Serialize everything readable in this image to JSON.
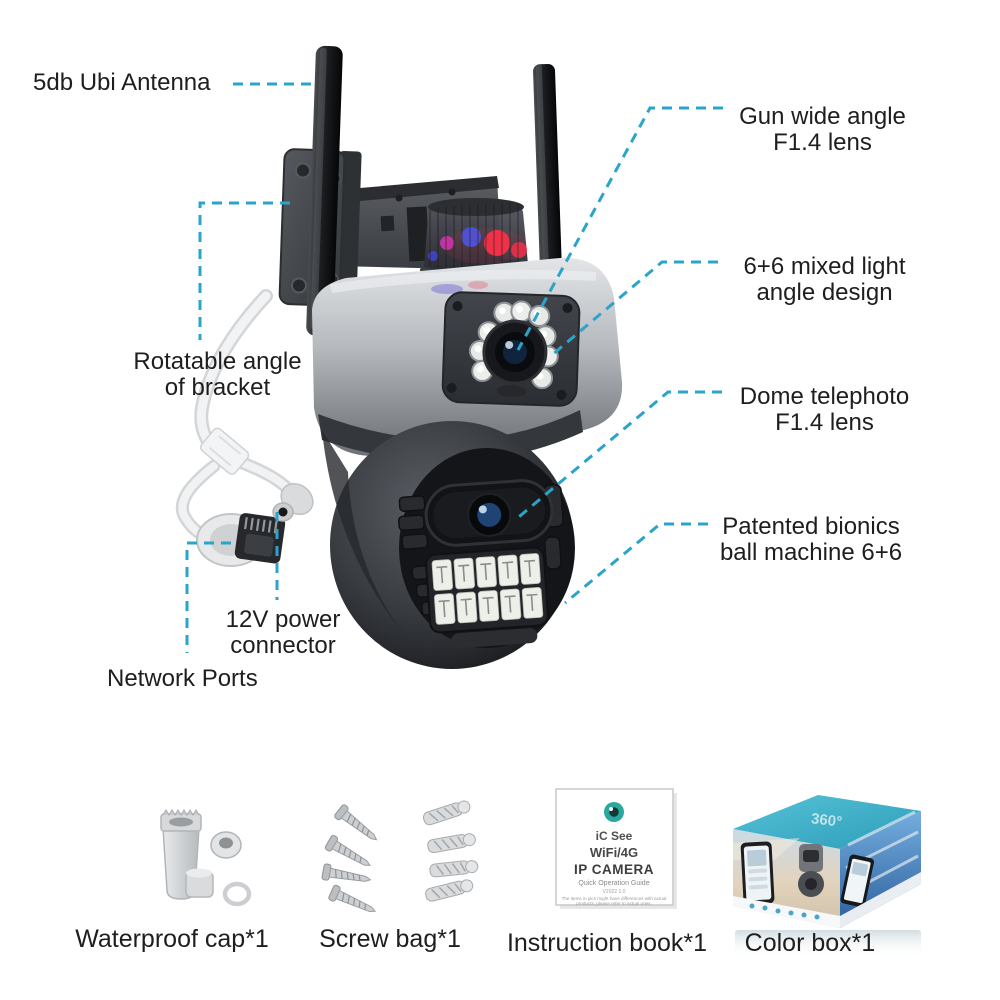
{
  "accent_color": "#2aa4c9",
  "callouts": {
    "antenna": {
      "text": "5db Ubi Antenna"
    },
    "gun_lens": {
      "line1": "Gun wide angle",
      "line2": "F1.4 lens"
    },
    "mixed_light": {
      "line1": "6+6 mixed light",
      "line2": "angle design"
    },
    "bracket": {
      "line1": "Rotatable angle",
      "line2": "of bracket"
    },
    "dome_lens": {
      "line1": "Dome telephoto",
      "line2": "F1.4 lens"
    },
    "bionics": {
      "line1": "Patented bionics",
      "line2": "ball machine 6+6"
    },
    "power": {
      "line1": "12V power",
      "line2": "connector"
    },
    "network": {
      "text": "Network Ports"
    }
  },
  "accessories": [
    {
      "label": "Waterproof cap*1"
    },
    {
      "label": "Screw bag*1"
    },
    {
      "label": "Instruction book*1"
    },
    {
      "label": "Color box*1"
    }
  ],
  "instruction_book": {
    "brand": "iC See",
    "line2": "WiFi/4G",
    "line3": "IP CAMERA",
    "subtitle": "Quick Operation Guide",
    "version": "V2022 1.0",
    "footnote1": "The items in pics might have differences with actual",
    "footnote2": "products, please refer to actual ones."
  },
  "color_box": {
    "top_text": "360°"
  }
}
